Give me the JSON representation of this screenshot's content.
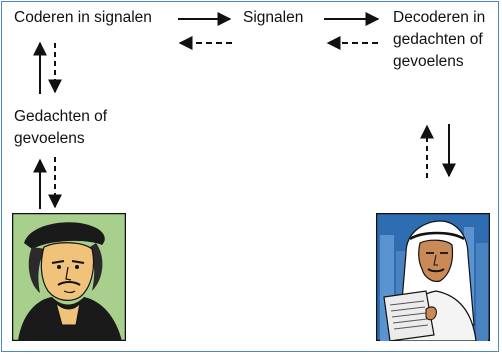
{
  "labels": {
    "encode": "Coderen in signalen",
    "signals": "Signalen",
    "decode": "Decoderen in gedachten of gevoelens",
    "thoughts": "Gedachten of gevoelens"
  },
  "colors": {
    "frame": "#4f86c6",
    "arrow": "#111111",
    "left_bg": "#a8d08c",
    "right_bg": "#2f6db3"
  },
  "images": {
    "left": "rembrandt-portrait-illustration",
    "right": "man-reading-newspaper-illustration"
  }
}
